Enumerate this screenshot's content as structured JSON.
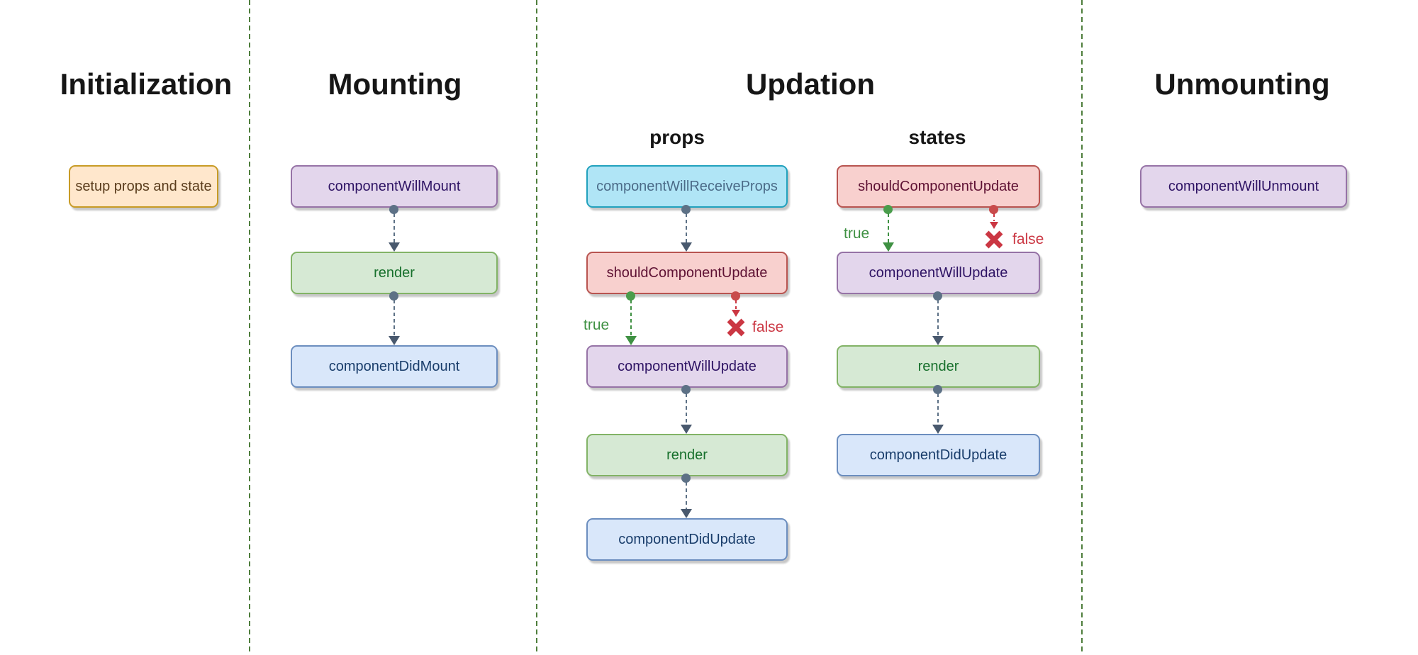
{
  "diagram": {
    "kind": "react-component-lifecycle-flowchart",
    "sections": {
      "initialization": {
        "title": "Initialization"
      },
      "mounting": {
        "title": "Mounting"
      },
      "updation": {
        "title": "Updation",
        "props_label": "props",
        "states_label": "states"
      },
      "unmounting": {
        "title": "Unmounting"
      }
    },
    "nodes": {
      "setup_props_and_state": "setup props and state",
      "component_will_mount": "componentWillMount",
      "render": "render",
      "component_did_mount": "componentDidMount",
      "component_will_receive_props": "componentWillReceiveProps",
      "should_component_update": "shouldComponentUpdate",
      "component_will_update": "componentWillUpdate",
      "component_did_update": "componentDidUpdate",
      "component_will_unmount": "componentWillUnmount"
    },
    "branches": {
      "true_label": "true",
      "false_label": "false"
    },
    "colors": {
      "background": "#ffffff",
      "divider_green": "#4e7e3c",
      "arrow_gray": "#5d7186",
      "arrowhead_gray": "#49596e",
      "branch_true_green": "#3f9143",
      "branch_false_red": "#cb3743",
      "node_orange_fill": "#ffe7cc",
      "node_orange_stroke": "#c89b25",
      "node_orange_text": "#5a3c1c",
      "node_purple_fill": "#e3d6ec",
      "node_purple_stroke": "#9673a6",
      "node_purple_text": "#2e1364",
      "node_green_fill": "#d6e9d4",
      "node_green_stroke": "#82b366",
      "node_green_text": "#17702c",
      "node_blue_fill": "#d9e7fa",
      "node_blue_stroke": "#6c8ebf",
      "node_blue_text": "#193d6b",
      "node_cyan_fill": "#b0e5f6",
      "node_cyan_stroke": "#21a1bd",
      "node_cyan_text": "#4b6b88",
      "node_red_fill": "#f8d0ce",
      "node_red_stroke": "#b85450",
      "node_red_text": "#5e1133"
    }
  }
}
